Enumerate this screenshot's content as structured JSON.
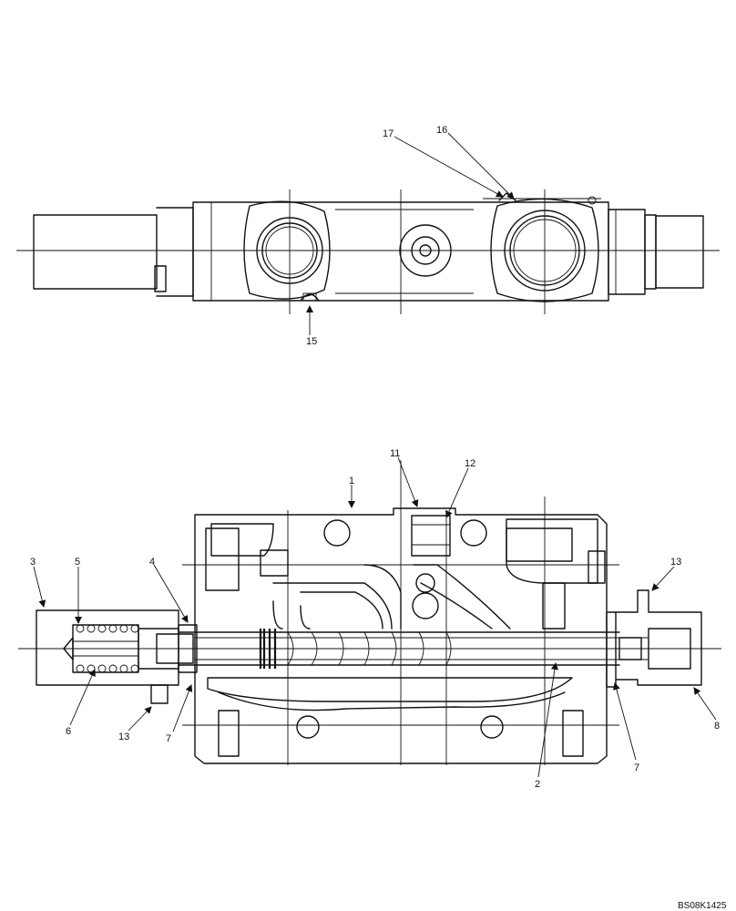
{
  "callouts": {
    "c1": "1",
    "c2": "2",
    "c3": "3",
    "c4": "4",
    "c5": "5",
    "c6": "6",
    "c7a": "7",
    "c7b": "7",
    "c8": "8",
    "c11": "11",
    "c12": "12",
    "c13a": "13",
    "c13b": "13",
    "c15": "15",
    "c16": "16",
    "c17": "17"
  },
  "drawing_code": "BS08K1425"
}
